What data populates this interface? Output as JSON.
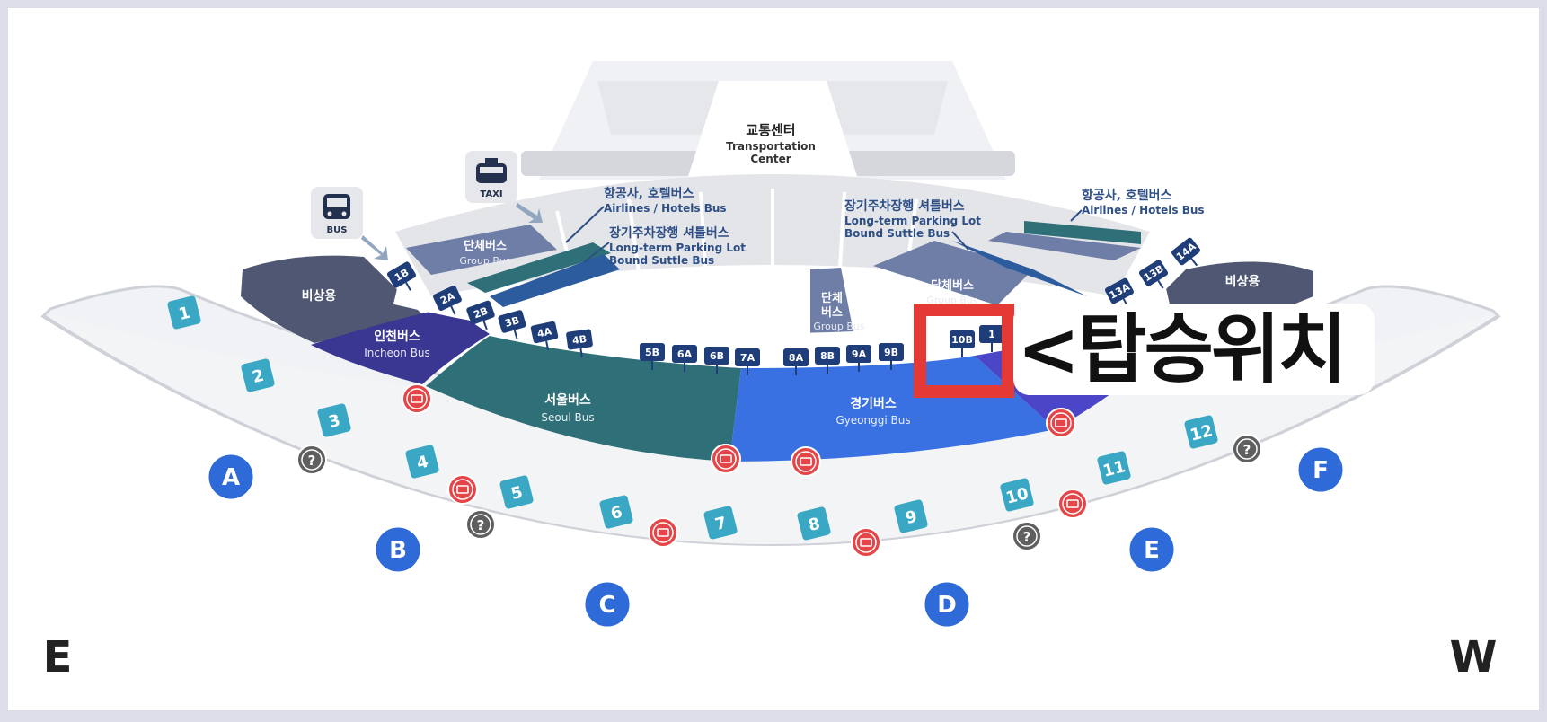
{
  "colors": {
    "frame": "#dcdde9",
    "map_bg": "#ffffff",
    "navy_pill": "#1f3d79",
    "blue_circle": "#2f6ad9",
    "teal_square": "#3aa8c4",
    "red_marker": "#e64548",
    "grey_marker": "#5f5f5f",
    "seoul_bus": "#2f7078",
    "gyeonggi_bus": "#3a71e2",
    "incheon_bus": "#3a3792",
    "emergency": "#4f5772",
    "group_bus": "#6f7ea6",
    "highlight": "#e53935"
  },
  "transportation_center": {
    "ko": "교통센터",
    "en": "Transportation Center"
  },
  "bus_icon": {
    "icon": "bus-icon",
    "label": "BUS"
  },
  "taxi_icon": {
    "icon": "taxi-icon",
    "label": "TAXI"
  },
  "zones": {
    "emergency_left": {
      "ko": "비상용"
    },
    "emergency_right": {
      "ko": "비상용"
    },
    "incheon": {
      "ko": "인천버스",
      "en": "Incheon Bus"
    },
    "seoul": {
      "ko": "서울버스",
      "en": "Seoul Bus"
    },
    "gyeonggi": {
      "ko": "경기버스",
      "en": "Gyeonggi Bus"
    },
    "group_left": {
      "ko": "단체버스",
      "en": "Group Bus"
    },
    "group_mid": {
      "ko_line1": "단체",
      "ko_line2": "버스",
      "en": "Group Bus"
    },
    "group_right": {
      "ko": "단체버스",
      "en": "Group Bus"
    }
  },
  "callouts": {
    "airlines_left": {
      "ko": "항공사, 호텔버스",
      "en": "Airlines / Hotels Bus"
    },
    "parking_left": {
      "ko": "장기주차장행 셔틀버스",
      "en1": "Long-term Parking Lot",
      "en2": "Bound Suttle Bus"
    },
    "parking_right": {
      "ko": "장기주차장행 셔틀버스",
      "en1": "Long-term Parking Lot",
      "en2": "Bound Suttle Bus"
    },
    "airlines_right": {
      "ko": "항공사, 호텔버스",
      "en": "Airlines / Hotels Bus"
    }
  },
  "stops": [
    "1B",
    "2A",
    "2B",
    "3B",
    "4A",
    "4B",
    "5B",
    "6A",
    "6B",
    "7A",
    "8A",
    "8B",
    "9A",
    "9B",
    "10B",
    "1",
    "13A",
    "13B",
    "14A"
  ],
  "doors": [
    "1",
    "2",
    "3",
    "4",
    "5",
    "6",
    "7",
    "8",
    "9",
    "10",
    "11",
    "12"
  ],
  "exits": [
    "A",
    "B",
    "C",
    "D",
    "E",
    "F"
  ],
  "compass": {
    "east": "E",
    "west": "W"
  },
  "overlay": {
    "text": "<탑승위치"
  }
}
